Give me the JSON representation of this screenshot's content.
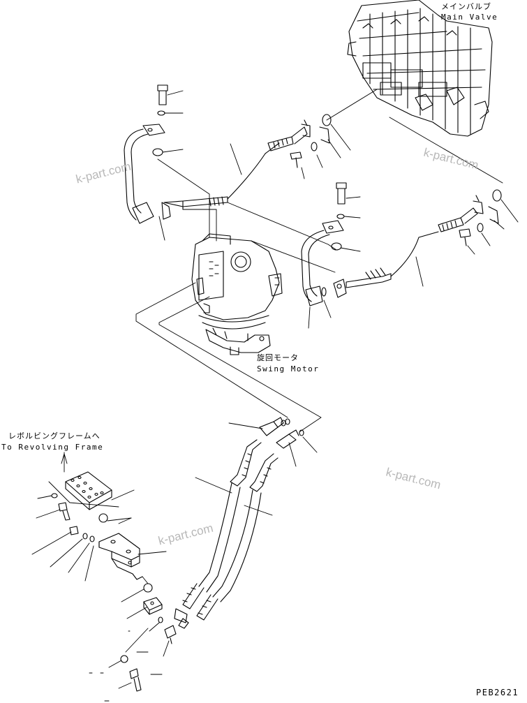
{
  "labels": {
    "main_valve_jp": "メインバルブ",
    "main_valve_en": "Main Valve",
    "swing_motor_jp": "旋回モータ",
    "swing_motor_en": "Swing Motor",
    "revolving_frame_jp": "レボルビングフレームへ",
    "revolving_frame_en": "To Revolving Frame",
    "drawing_code": "PEB2621"
  },
  "watermark": "k-part.com",
  "colors": {
    "line": "#000000",
    "watermark": "#b8b8b8",
    "background": "#ffffff"
  }
}
